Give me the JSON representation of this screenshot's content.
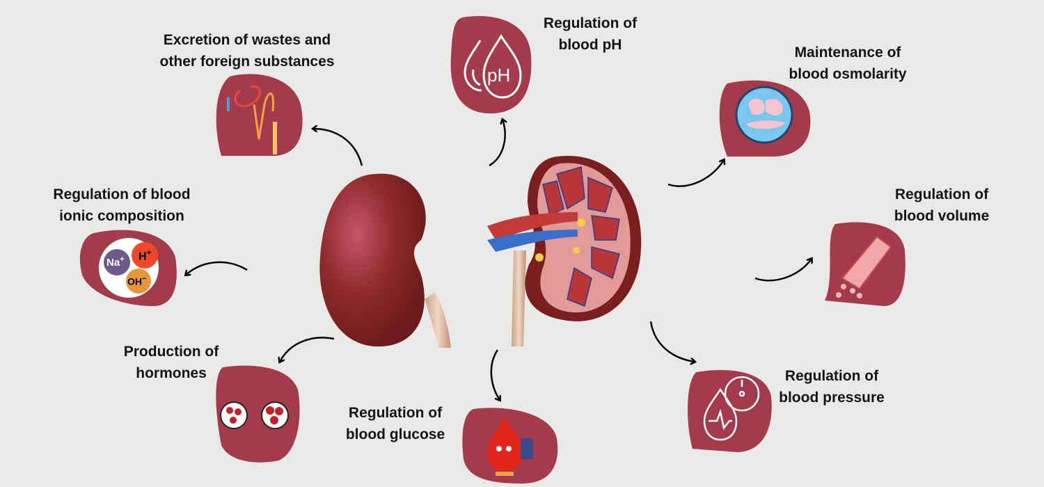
{
  "functions": [
    {
      "id": "excretion",
      "line1": "Excretion of wastes and",
      "line2": "other foreign substances"
    },
    {
      "id": "ph",
      "line1": "Regulation of",
      "line2": "blood pH"
    },
    {
      "id": "osmolarity",
      "line1": "Maintenance of",
      "line2": "blood osmolarity"
    },
    {
      "id": "ionic",
      "line1": "Regulation of blood",
      "line2": "ionic composition"
    },
    {
      "id": "volume",
      "line1": "Regulation of",
      "line2": "blood volume"
    },
    {
      "id": "hormones",
      "line1": "Production of",
      "line2": "hormones"
    },
    {
      "id": "glucose",
      "line1": "Regulation of",
      "line2": "blood glucose"
    },
    {
      "id": "pressure",
      "line1": "Regulation of",
      "line2": "blood pressure"
    }
  ],
  "ions": {
    "sodium": "Na",
    "sodium_charge": "+",
    "hydrogen": "H",
    "hydrogen_charge": "+",
    "hydroxide": "OH",
    "hydroxide_charge": "−"
  },
  "ph_icon_text": "pH",
  "colors": {
    "background": "#e9e9e7",
    "blob": "#a33b4c",
    "kidney": "#8e2a2a",
    "text": "#141414"
  }
}
